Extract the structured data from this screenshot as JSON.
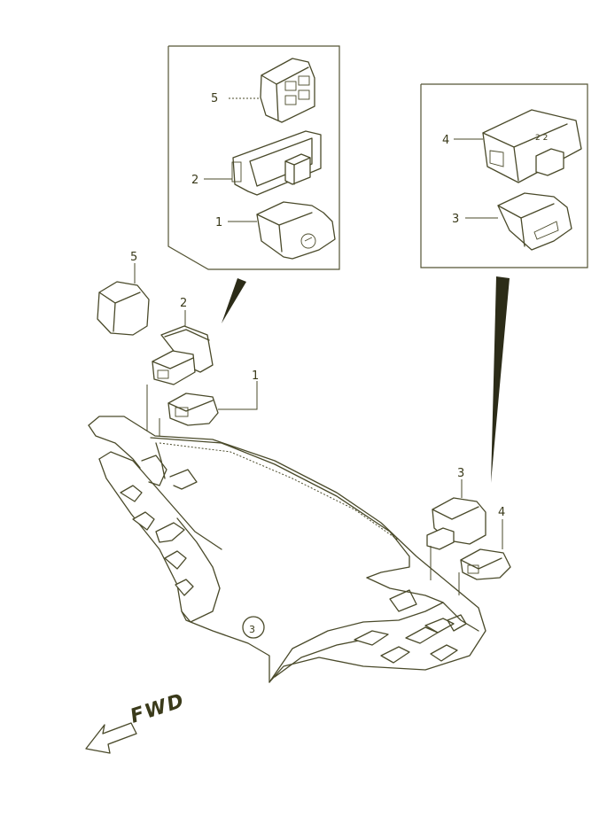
{
  "colors": {
    "line": "#4a4a2a",
    "background": "#ffffff"
  },
  "callouts": {
    "inset_left": [
      "5",
      "2",
      "1"
    ],
    "inset_right": [
      "4",
      "3"
    ],
    "main_left": [
      "5",
      "2",
      "1"
    ],
    "main_right": [
      "3",
      "4"
    ]
  },
  "direction_label": "FWD",
  "icons": [
    "left-arrow-icon"
  ]
}
